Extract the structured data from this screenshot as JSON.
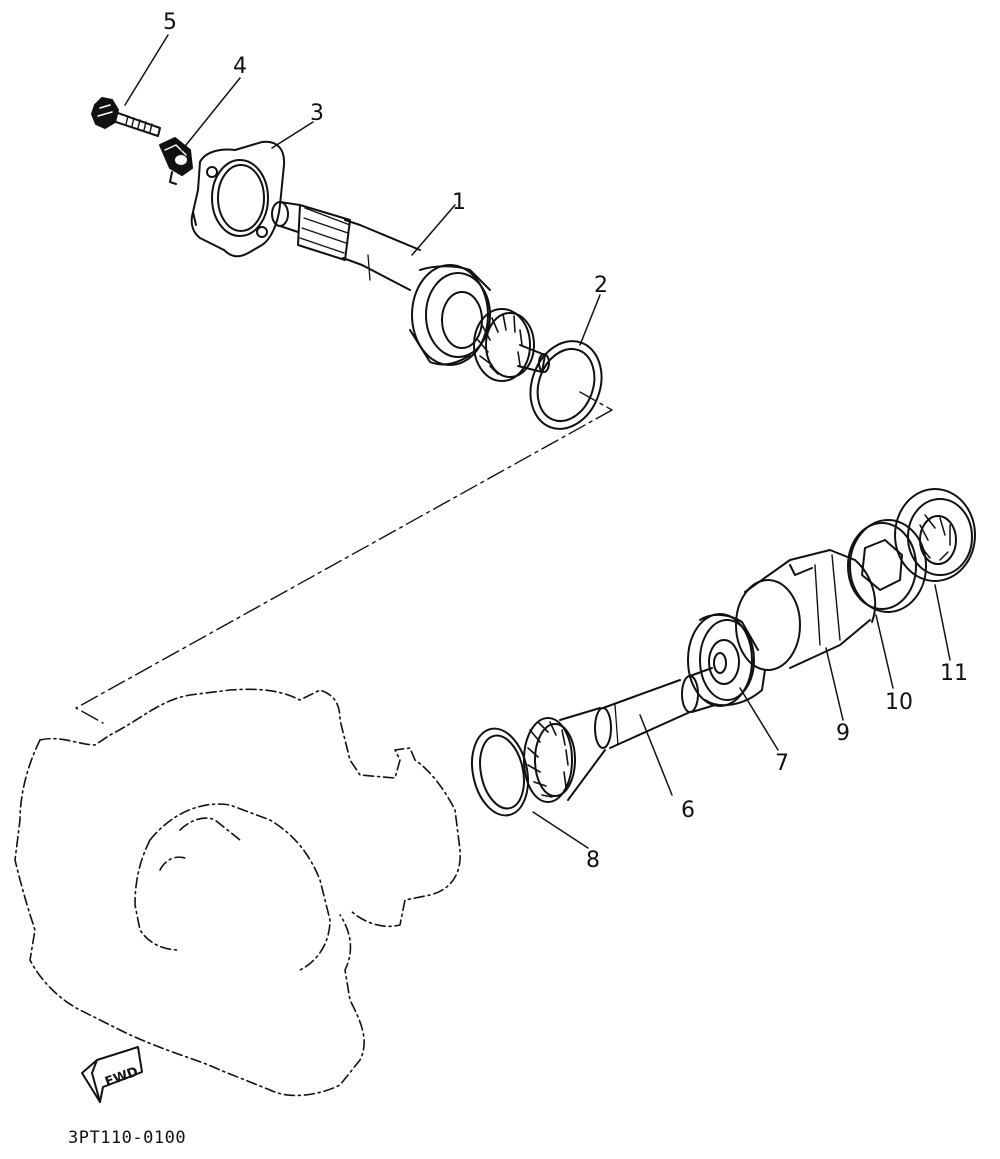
{
  "callouts": [
    {
      "id": "1",
      "label": "1"
    },
    {
      "id": "2",
      "label": "2"
    },
    {
      "id": "3",
      "label": "3"
    },
    {
      "id": "4",
      "label": "4"
    },
    {
      "id": "5",
      "label": "5"
    },
    {
      "id": "6",
      "label": "6"
    },
    {
      "id": "7",
      "label": "7"
    },
    {
      "id": "8",
      "label": "8"
    },
    {
      "id": "9",
      "label": "9"
    },
    {
      "id": "10",
      "label": "10"
    },
    {
      "id": "11",
      "label": "11"
    }
  ],
  "fwd_label": "FWD",
  "diagram_code": "3PT110-0100",
  "colors": {
    "line": "#111111",
    "background": "#ffffff"
  }
}
